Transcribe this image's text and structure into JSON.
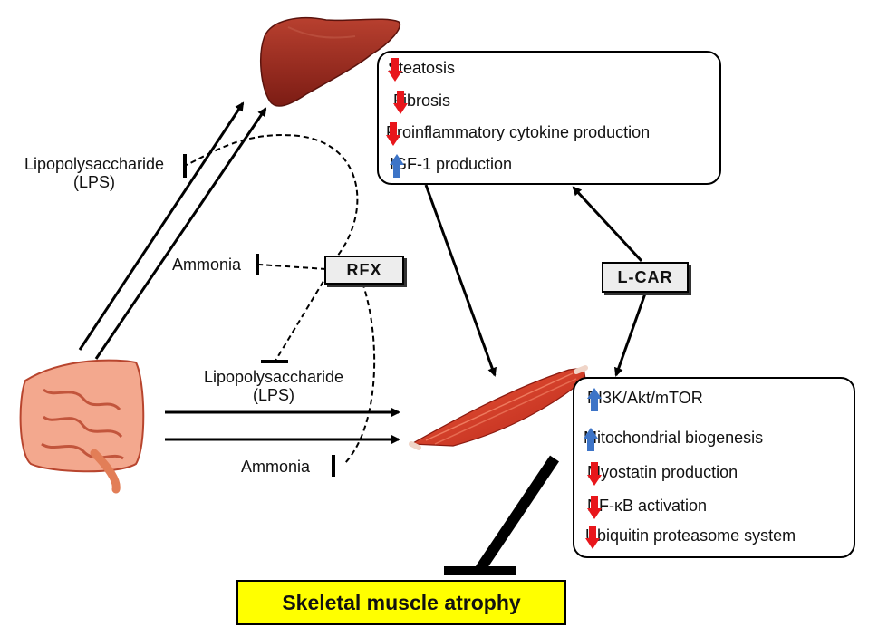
{
  "organs": {
    "liver": "liver-icon",
    "intestine": "intestine-icon",
    "muscle": "muscle-icon"
  },
  "colors": {
    "down_arrow": "#e8161b",
    "up_arrow": "#3d74c7",
    "banner_bg": "#ffff00",
    "tag_bg": "#ededed",
    "liver": "#9b2a1f",
    "muscle": "#d83a22"
  },
  "labels": {
    "lps_top_1": "Lipopolysaccharide",
    "lps_top_2": "(LPS)",
    "ammonia_top": "Ammonia",
    "lps_mid_1": "Lipopolysaccharide",
    "lps_mid_2": "(LPS)",
    "ammonia_bottom": "Ammonia"
  },
  "agents": {
    "rfx": "RFX",
    "lcar": "L-CAR"
  },
  "liver_effects": [
    {
      "text": "Steatosis",
      "direction": "down"
    },
    {
      "text": "Fibrosis",
      "direction": "down"
    },
    {
      "text": "Proinflammatory cytokine production",
      "direction": "down"
    },
    {
      "text": "IGF-1 production",
      "direction": "up"
    }
  ],
  "muscle_effects": [
    {
      "text": "PI3K/Akt/mTOR",
      "direction": "up"
    },
    {
      "text": "Mitochondrial biogenesis",
      "direction": "up"
    },
    {
      "text": "Myostatin production",
      "direction": "down"
    },
    {
      "text": "NF-κB activation",
      "direction": "down"
    },
    {
      "text": "Ubiquitin proteasome system",
      "direction": "down"
    }
  ],
  "outcome": "Skeletal muscle atrophy"
}
